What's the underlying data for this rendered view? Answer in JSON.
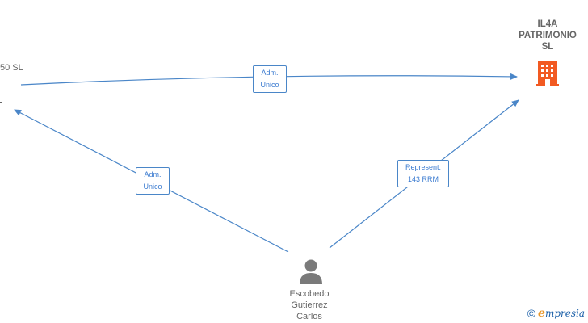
{
  "nodes": {
    "left_company": {
      "label": "50  SL"
    },
    "target_company": {
      "label_lines": [
        "IL4A",
        "PATRIMONIO",
        "SL"
      ]
    },
    "person": {
      "label_lines": [
        "Escobedo",
        "Gutierrez",
        "Carlos"
      ]
    }
  },
  "edges": {
    "top": {
      "label_lines": [
        "Adm.",
        "Unico"
      ]
    },
    "left": {
      "label_lines": [
        "Adm.",
        "Unico"
      ]
    },
    "right": {
      "label_lines": [
        "Represent.",
        "143 RRM"
      ]
    }
  },
  "footer": {
    "copyright_symbol": "©",
    "brand_first": "e",
    "brand_rest": "mpresia"
  },
  "colors": {
    "edge": "#4a86c8",
    "building": "#f25a22",
    "person": "#7a7a7a"
  }
}
